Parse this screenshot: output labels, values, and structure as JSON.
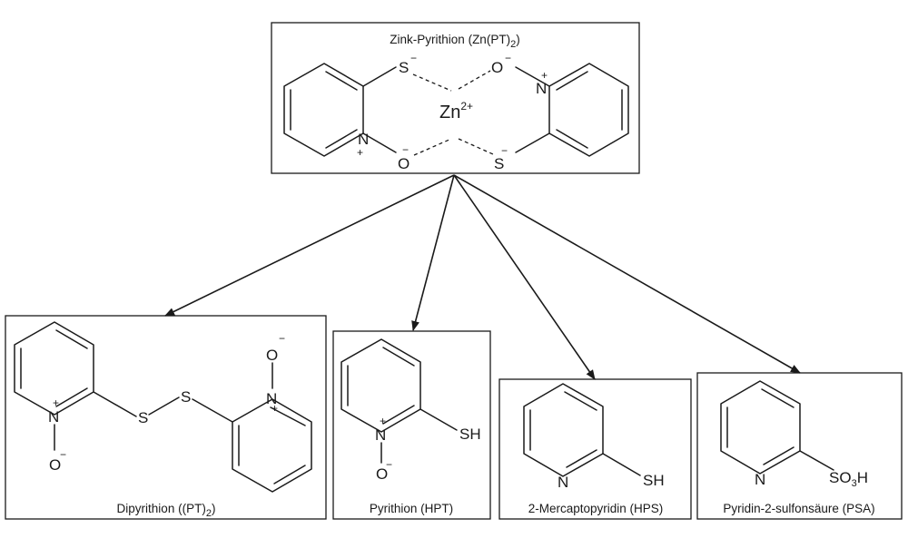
{
  "top": {
    "title_main": "Zink-Pyrithion (Zn(PT)",
    "title_sub": "2",
    "title_end": ")",
    "zn_label": "Zn",
    "zn_charge": "2+",
    "atoms": {
      "S": "S",
      "O": "O",
      "N": "N",
      "minus": "−",
      "plus": "+"
    }
  },
  "products": [
    {
      "id": "dipyrithione",
      "title_main": "Dipyrithion ((PT)",
      "title_sub": "2",
      "title_end": ")"
    },
    {
      "id": "pyrithione",
      "title": "Pyrithion (HPT)",
      "sh": "SH"
    },
    {
      "id": "mercaptopyridine",
      "title": "2-Mercaptopyridin (HPS)",
      "sh": "SH"
    },
    {
      "id": "psa",
      "title": "Pyridin-2-sulfonsäure (PSA)",
      "so3h_a": "SO",
      "so3h_sub": "3",
      "so3h_b": "H"
    }
  ]
}
